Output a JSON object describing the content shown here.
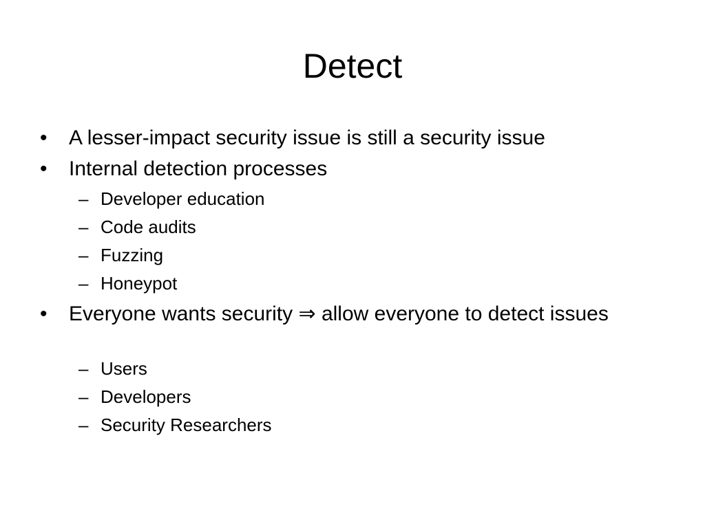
{
  "slide": {
    "title": "Detect",
    "bullet_glyph": "•",
    "dash_glyph": "–",
    "items": [
      {
        "text": "A lesser-impact security issue is still a security issue"
      },
      {
        "text": "Internal detection processes",
        "subitems": [
          "Developer education",
          "Code audits",
          "Fuzzing",
          "Honeypot"
        ]
      },
      {
        "text": "Everyone wants security ⇒ allow everyone to detect issues",
        "subitems": [
          "Users",
          "Developers",
          "Security Researchers"
        ]
      }
    ]
  }
}
